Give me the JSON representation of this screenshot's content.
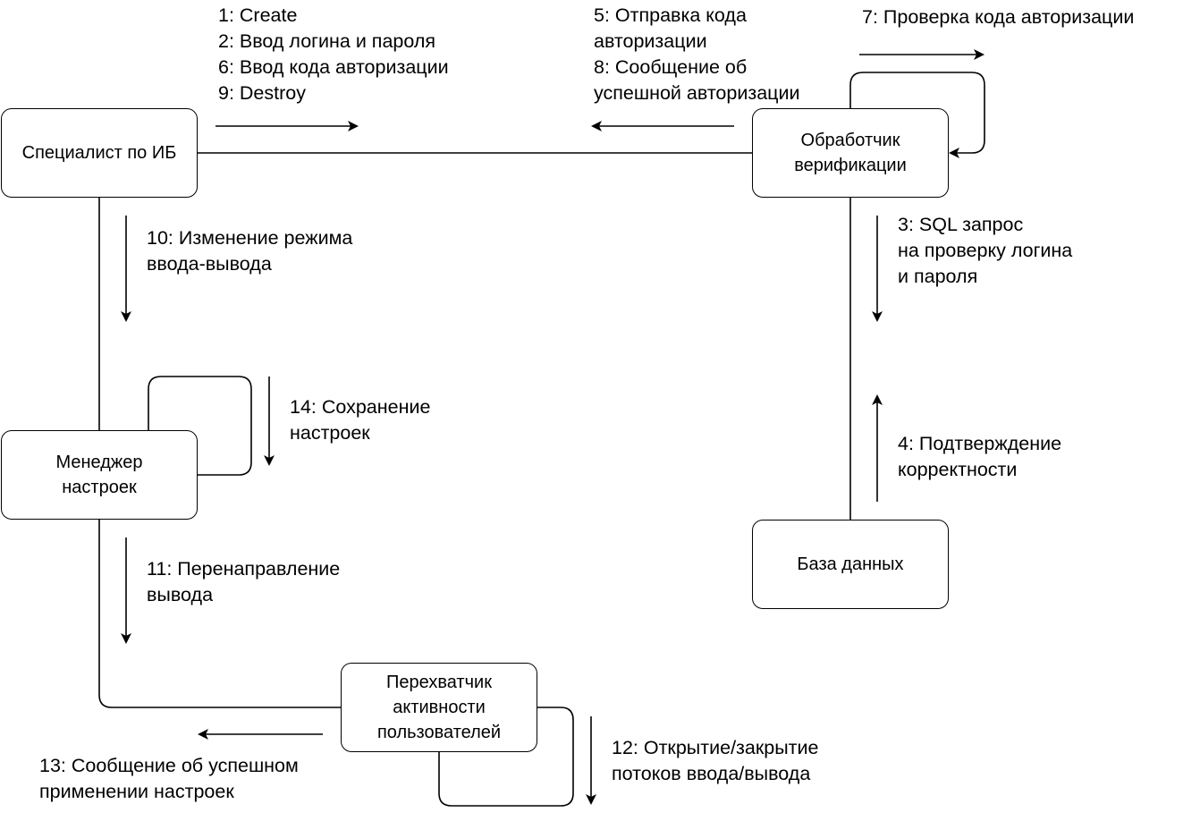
{
  "nodes": {
    "specialist": "Специалист по ИБ",
    "verifier": [
      "Обработчик",
      "верификации"
    ],
    "manager": [
      "Менеджер",
      "настроек"
    ],
    "database": "База данных",
    "interceptor": [
      "Перехватчик",
      "активности",
      "пользователей"
    ]
  },
  "messages": {
    "specialist_to_verifier": [
      "1: Create",
      "2: Ввод логина и пароля",
      "6: Ввод кода авторизации",
      "9: Destroy"
    ],
    "verifier_to_specialist": [
      "5: Отправка кода",
      "авторизации",
      "8: Сообщение об",
      "успешной авторизации"
    ],
    "verifier_self": "7: Проверка кода авторизации",
    "verifier_to_db": [
      "3: SQL запрос",
      "на проверку логина",
      "и пароля"
    ],
    "db_to_verifier": [
      "4: Подтверждение",
      "корректности"
    ],
    "specialist_to_manager": [
      "10: Изменение режима",
      "ввода-вывода"
    ],
    "manager_self": [
      "14: Сохранение",
      "настроек"
    ],
    "manager_to_interceptor": [
      "11: Перенаправление",
      "вывода"
    ],
    "interceptor_self": [
      "12: Открытие/закрытие",
      "потоков ввода/вывода"
    ],
    "interceptor_to_manager": [
      "13: Сообщение об успешном",
      "применении настроек"
    ]
  }
}
